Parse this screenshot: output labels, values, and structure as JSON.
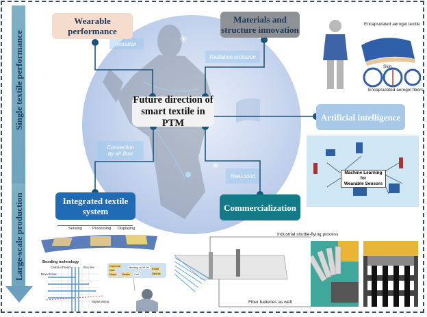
{
  "side_axis": {
    "top_label": "Single textile performance",
    "bottom_label": "Large-scale production",
    "band_color": "#7fb0c4",
    "arrow_color": "#6a9fbd"
  },
  "center": {
    "title": "Future direction of smart textile in PTM",
    "line1": "Future direction of",
    "line2": "smart textile in PTM"
  },
  "branches": {
    "wearable": {
      "line1": "Wearable",
      "line2": "performance",
      "color": "#f6dccc"
    },
    "materials": {
      "line1": "Materials and",
      "line2": "structure innovation",
      "color": "#8e9296"
    },
    "ai": {
      "label": "Artificial intelligence",
      "color": "#a8c8e8"
    },
    "integrated": {
      "line1": "Integrated textile",
      "line2": "system",
      "color": "#1f6bb5"
    },
    "commercialization": {
      "label": "Commercialization",
      "color": "#137b88"
    }
  },
  "background_tags": {
    "evaporation": "poration",
    "radiation": "Radiation emission",
    "convection_1": "Convection",
    "convection_2": "by air flow",
    "heat": "Heat cond"
  },
  "aerogel_panel": {
    "title": "Encapsulated aerogel textile",
    "skin": "Skin",
    "fibers": "Encapsulated aerogel fibers"
  },
  "ml_panel": {
    "title_line1": "Machine Learning for",
    "title_line2": "Wearable Sensors"
  },
  "integrated_panel": {
    "stages": [
      "Sensing",
      "Processing",
      "Displaying"
    ],
    "bonding_title": "Bonding technology",
    "bonding_labels": [
      "Carbon thread",
      "Bus line",
      "Branch line",
      "Signal wiring"
    ],
    "ar_items": [
      "Calendar",
      "Mail",
      "Maps",
      "Health",
      "Meeting at 09:00",
      "Call",
      "Email",
      "Dennis"
    ]
  },
  "production_panel": {
    "process_label": "Industrial shuttle-flying process",
    "weft_label": "Fiber batteries as weft"
  },
  "connector_color": "#1a5478"
}
